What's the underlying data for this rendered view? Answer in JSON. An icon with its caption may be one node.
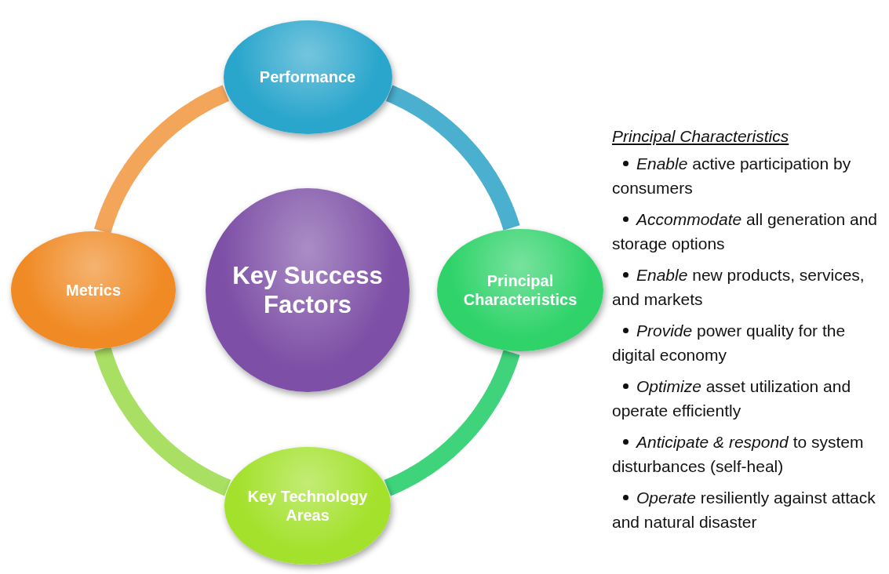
{
  "diagram": {
    "nodes": [
      {
        "text": [
          "Performance"
        ]
      },
      {
        "text": [
          "Metrics"
        ]
      },
      {
        "text": [
          "Key Success Factors"
        ]
      },
      {
        "text": [
          "Principal Characteristics"
        ]
      },
      {
        "text": [
          "Key Technology Areas"
        ]
      }
    ],
    "edges": [
      {
        "from": 0,
        "to": 3,
        "arrow": "none",
        "color": "#4bb0d0"
      },
      {
        "from": 3,
        "to": 4,
        "arrow": "none",
        "color": "#3fd47c"
      },
      {
        "from": 4,
        "to": 1,
        "arrow": "none",
        "color": "#a9df62"
      },
      {
        "from": 1,
        "to": 0,
        "arrow": "none",
        "color": "#f3a55a"
      }
    ],
    "labels": [
      "Principal Characteristics",
      "*Enable* active participation by consumers",
      "*Accommodate* all generation and storage options",
      "*Enable* new products, services, and markets",
      "*Provide* power quality for the digital economy",
      "*Optimize* asset utilization and operate efficiently",
      "*Anticipate & respond* to system disturbances (self-heal)",
      "*Operate* resiliently against attack and natural disaster"
    ]
  }
}
